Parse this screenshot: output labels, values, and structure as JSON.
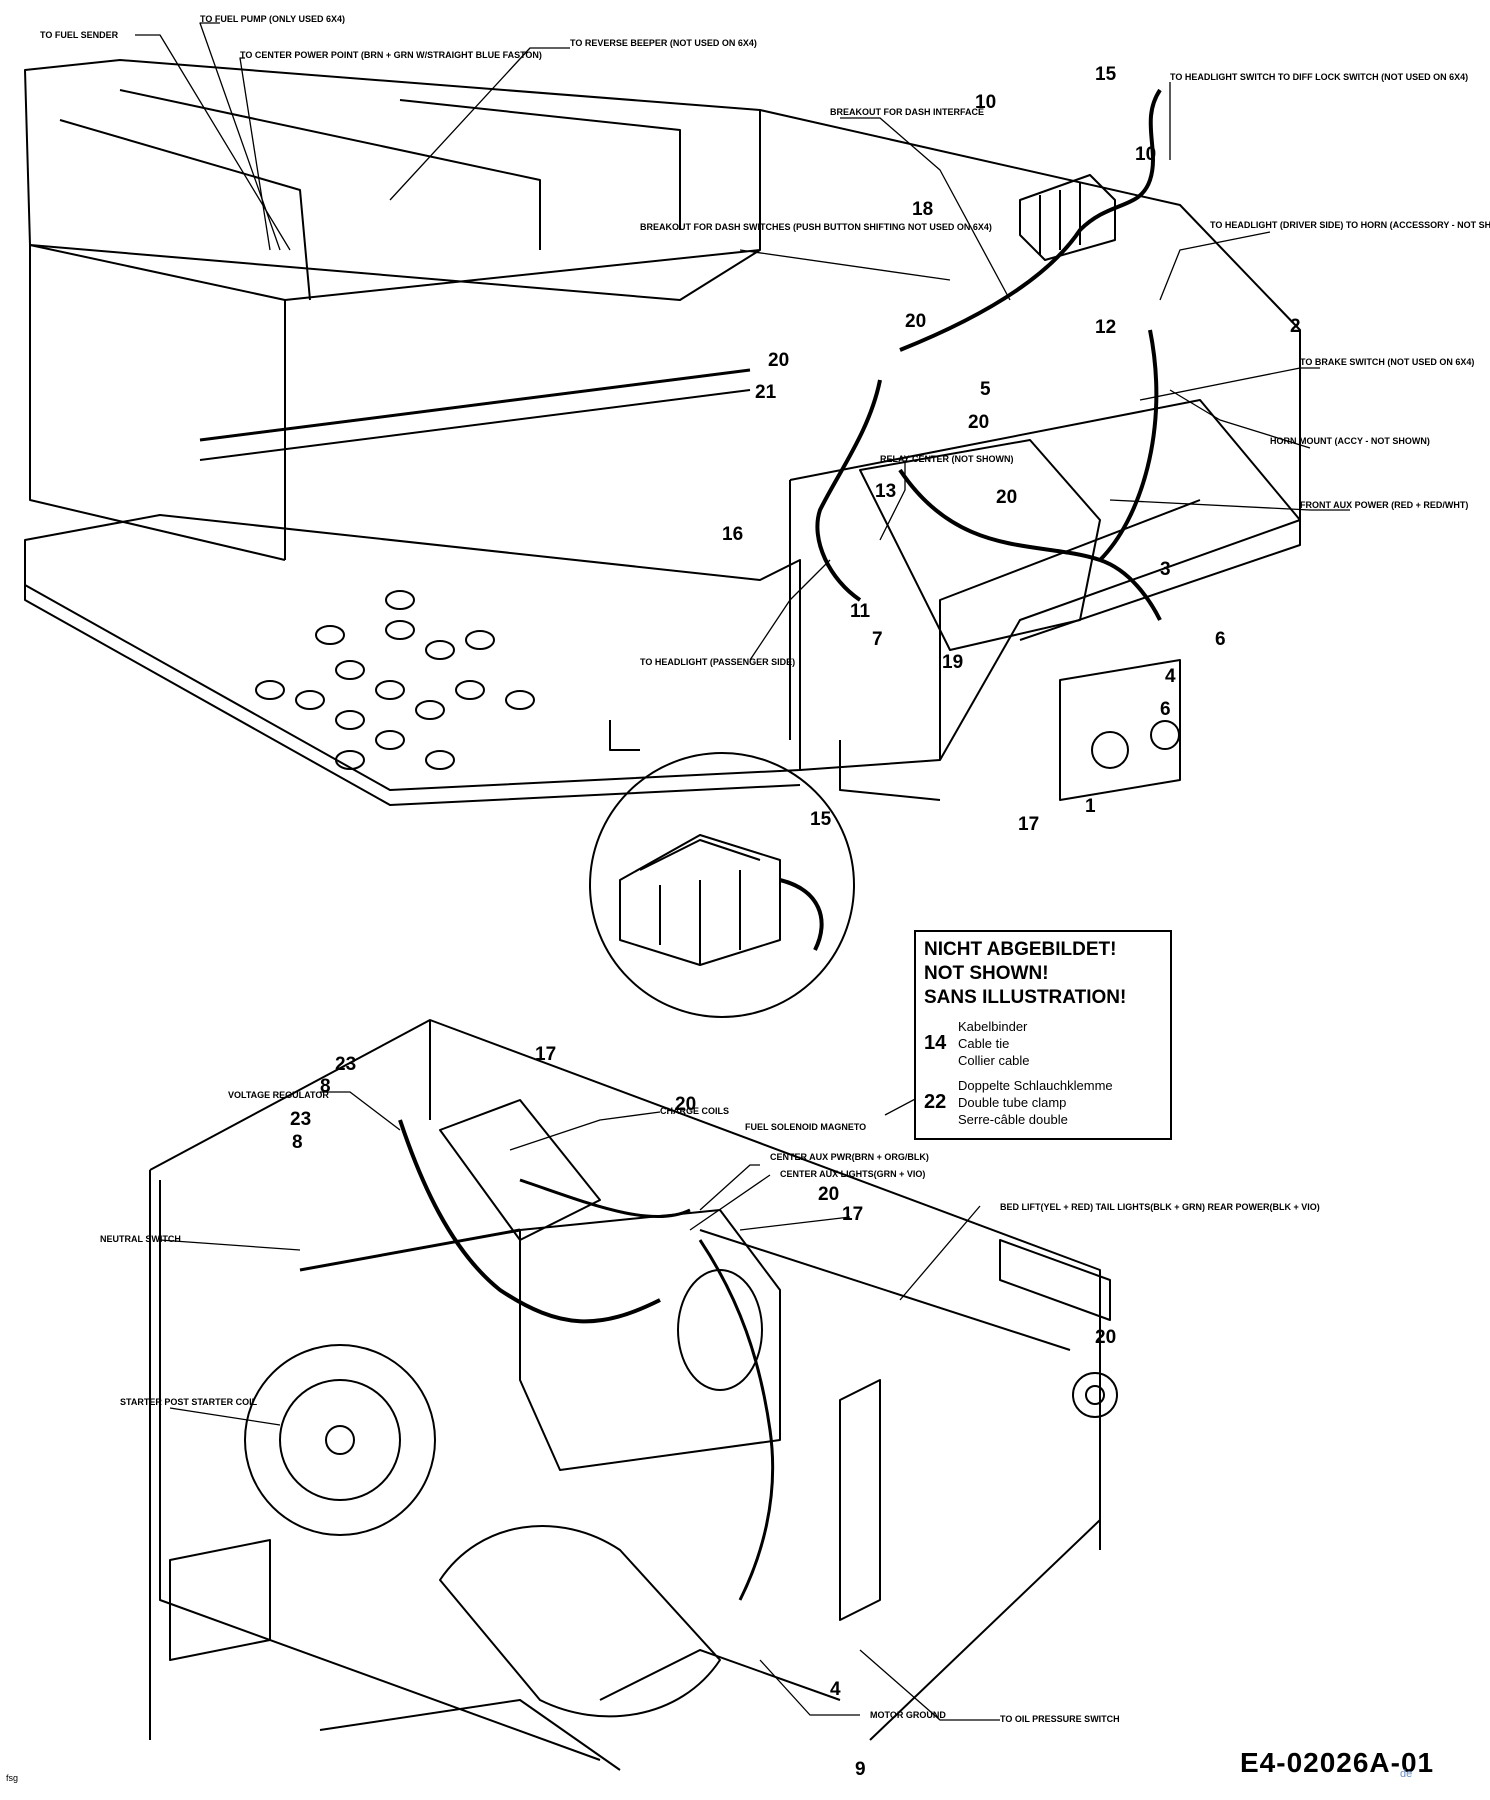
{
  "callouts_top": [
    {
      "id": "to-fuel-sender",
      "text": "TO FUEL SENDER"
    },
    {
      "id": "to-fuel-pump",
      "text": "TO FUEL PUMP (ONLY USED 6X4)"
    },
    {
      "id": "to-center-power-point",
      "text": "TO CENTER POWER POINT (BRN + GRN W/STRAIGHT BLUE FASTON)"
    },
    {
      "id": "to-reverse-beeper",
      "text": "TO REVERSE BEEPER (NOT USED ON 6X4)"
    },
    {
      "id": "breakout-dash-interface",
      "text": "BREAKOUT FOR DASH INTERFACE"
    },
    {
      "id": "to-headlight-switch",
      "text": "TO HEADLIGHT SWITCH TO DIFF LOCK SWITCH (NOT USED ON 6X4)"
    },
    {
      "id": "breakout-dash-switches",
      "text": "BREAKOUT FOR DASH SWITCHES (PUSH BUTTON SHIFTING NOT USED ON 6X4)"
    },
    {
      "id": "to-headlight-driver",
      "text": "TO HEADLIGHT (DRIVER SIDE) TO HORN (ACCESSORY - NOT SHOWN) TO FRONT AUX LIGHTING (GRN + VIO)"
    },
    {
      "id": "to-brake-switch",
      "text": "TO BRAKE SWITCH (NOT USED ON 6X4)"
    },
    {
      "id": "relay-center",
      "text": "RELAY CENTER (NOT SHOWN)"
    },
    {
      "id": "horn-mount",
      "text": "HORN MOUNT (ACCY - NOT SHOWN)"
    },
    {
      "id": "front-aux-power",
      "text": "FRONT AUX POWER (RED + RED/WHT)"
    },
    {
      "id": "to-headlight-passenger",
      "text": "TO HEADLIGHT (PASSENGER SIDE)"
    }
  ],
  "callouts_bottom": [
    {
      "id": "voltage-regulator",
      "text": "VOLTAGE REGULATOR"
    },
    {
      "id": "charge-coils",
      "text": "CHARGE COILS"
    },
    {
      "id": "fuel-solenoid",
      "text": "FUEL SOLENOID MAGNETO"
    },
    {
      "id": "center-aux-pwr",
      "text": "CENTER AUX PWR(BRN + ORG/BLK)"
    },
    {
      "id": "center-aux-lights",
      "text": "CENTER AUX LIGHTS(GRN + VIO)"
    },
    {
      "id": "bed-lift",
      "text": "BED LIFT(YEL + RED) TAIL LIGHTS(BLK + GRN) REAR POWER(BLK + VIO)"
    },
    {
      "id": "neutral-switch",
      "text": "NEUTRAL SWITCH"
    },
    {
      "id": "starter-post",
      "text": "STARTER POST STARTER COIL"
    },
    {
      "id": "motor-ground",
      "text": "MOTOR GROUND"
    },
    {
      "id": "to-oil-pressure",
      "text": "TO OIL PRESSURE SWITCH"
    }
  ],
  "part_numbers": [
    "1",
    "2",
    "3",
    "4",
    "5",
    "6",
    "7",
    "8",
    "9",
    "10",
    "11",
    "12",
    "13",
    "15",
    "16",
    "17",
    "18",
    "19",
    "20",
    "21",
    "23"
  ],
  "legend": {
    "header": [
      "NICHT ABGEBILDET!",
      "NOT SHOWN!",
      "SANS ILLUSTRATION!"
    ],
    "items": [
      {
        "num": "14",
        "lines": [
          "Kabelbinder",
          "Cable tie",
          "Collier cable"
        ]
      },
      {
        "num": "22",
        "lines": [
          "Doppelte Schlauchklemme",
          "Double tube clamp",
          "Serre-câble double"
        ]
      }
    ]
  },
  "drawing_code": "E4-02026A-01",
  "watermark": "de",
  "corner_text": "fsg"
}
